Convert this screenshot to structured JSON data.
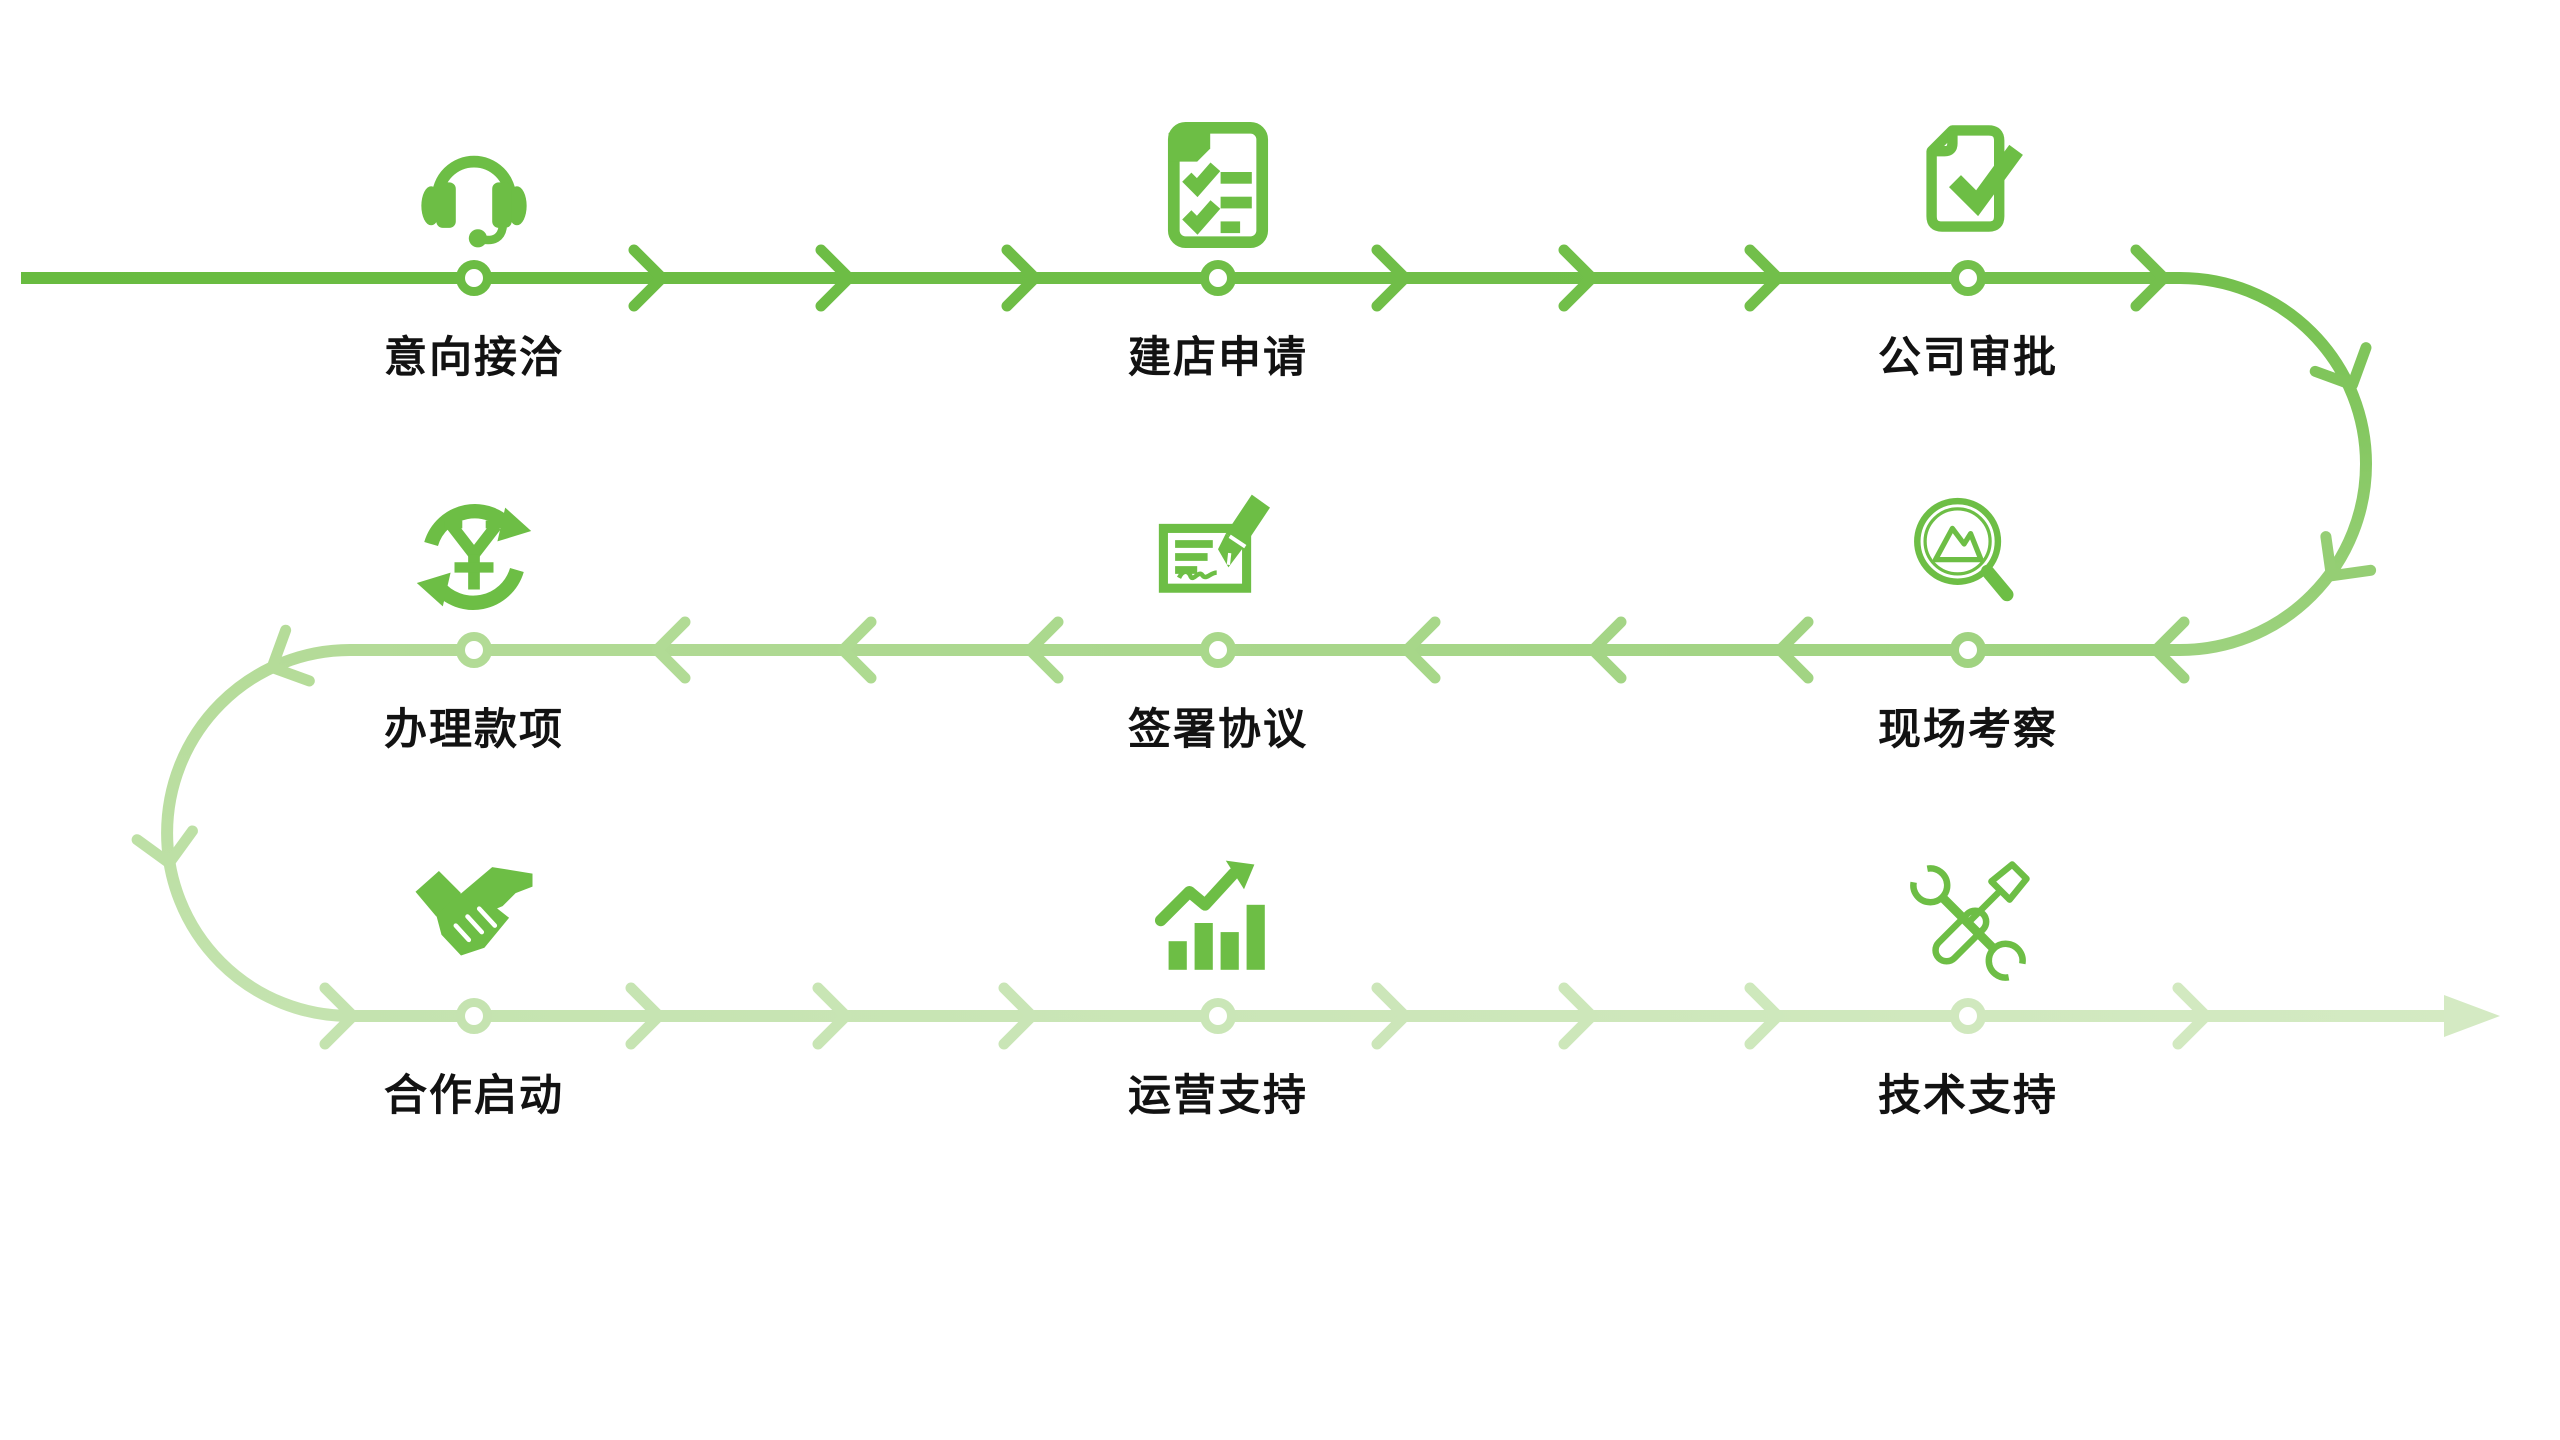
{
  "flow": {
    "steps": [
      {
        "label": "意向接洽",
        "icon": "headset-icon"
      },
      {
        "label": "建店申请",
        "icon": "checklist-document-icon"
      },
      {
        "label": "公司审批",
        "icon": "approved-document-icon"
      },
      {
        "label": "现场考察",
        "icon": "magnifier-photo-icon"
      },
      {
        "label": "签署协议",
        "icon": "sign-pen-icon"
      },
      {
        "label": "办理款项",
        "icon": "yuan-cycle-icon"
      },
      {
        "label": "合作启动",
        "icon": "handshake-icon"
      },
      {
        "label": "运营支持",
        "icon": "growth-chart-icon"
      },
      {
        "label": "技术支持",
        "icon": "wrench-screwdriver-icon"
      }
    ],
    "colors": {
      "path_gradient_start": "#68BB40",
      "path_gradient_end": "#D4EAC3",
      "icon_green": "#6DBE45",
      "label_color": "#121212",
      "node_fill": "#FFFFFF"
    }
  }
}
